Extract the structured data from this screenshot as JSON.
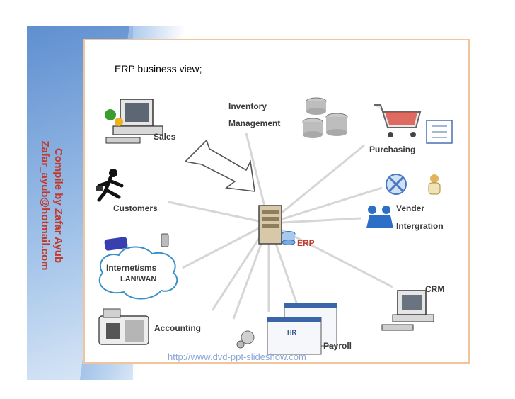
{
  "author": {
    "line1": "Compile by Zafar Ayub",
    "line2": "Zafar_ayub@hotmail.com"
  },
  "slide": {
    "title": "ERP business view;",
    "footer": "http://www.dvd-ppt-slideshow.com"
  },
  "diagram": {
    "center": "ERP",
    "nodes": {
      "sales": "Sales",
      "customers": "Customers",
      "internet1": "Internet/sms",
      "internet2": "LAN/WAN",
      "accounting": "Accounting",
      "inventory1": "Inventory",
      "inventory2": "Management",
      "purchasing": "Purchasing",
      "vender1": "Vender",
      "vender2": "Intergration",
      "crm": "CRM",
      "hr": "HR",
      "payroll": "Payroll"
    }
  },
  "colors": {
    "band": "#5f8fd0",
    "author_text": "#c0392b",
    "panel_border": "#f2c49b",
    "connector": "#d3d3d3"
  }
}
